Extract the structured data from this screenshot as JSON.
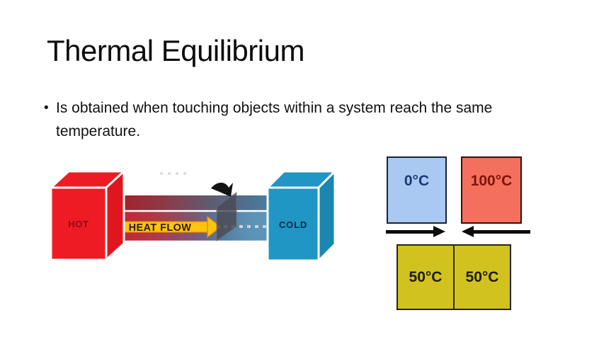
{
  "slide": {
    "title": "Thermal Equilibrium",
    "bullet_marker": "•",
    "bullet_text": "Is obtained when touching objects within a system reach the same temperature."
  },
  "heat_flow_diagram": {
    "hot_label": "HOT",
    "cold_label": "COLD",
    "arrow_label": "HEAT FLOW",
    "colors": {
      "hot_block": "#ee1b24",
      "cold_block": "#1f96c3",
      "heat_arrow_yellow": "#ffc40e",
      "bar_hot_end": "#c92027",
      "bar_cold_end": "#6097bb"
    }
  },
  "equilibrium_diagram": {
    "before": {
      "cold_box": {
        "label": "0°C",
        "fill": "#a9c9f2"
      },
      "hot_box": {
        "label": "100°C",
        "fill": "#f4705c"
      }
    },
    "after": {
      "left_box": {
        "label": "50°C",
        "fill": "#d2c220"
      },
      "right_box": {
        "label": "50°C",
        "fill": "#d2c220"
      }
    }
  }
}
